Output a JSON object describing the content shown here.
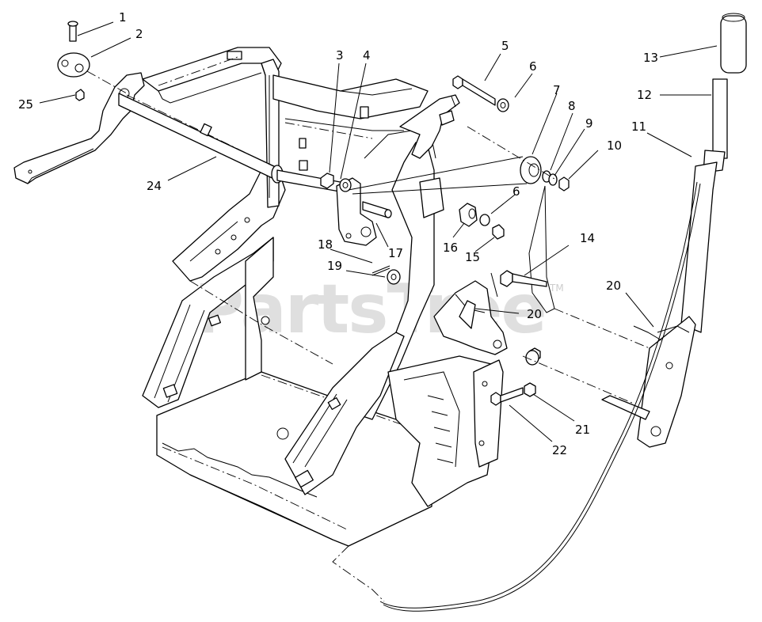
{
  "watermark": {
    "text": "PartsTree",
    "tm": "TM"
  },
  "callouts": [
    {
      "id": "c1",
      "label": "1"
    },
    {
      "id": "c2",
      "label": "2"
    },
    {
      "id": "c3",
      "label": "3"
    },
    {
      "id": "c4",
      "label": "4"
    },
    {
      "id": "c5",
      "label": "5"
    },
    {
      "id": "c6a",
      "label": "6"
    },
    {
      "id": "c6b",
      "label": "6"
    },
    {
      "id": "c7",
      "label": "7"
    },
    {
      "id": "c8",
      "label": "8"
    },
    {
      "id": "c9",
      "label": "9"
    },
    {
      "id": "c10",
      "label": "10"
    },
    {
      "id": "c11",
      "label": "11"
    },
    {
      "id": "c12",
      "label": "12"
    },
    {
      "id": "c13",
      "label": "13"
    },
    {
      "id": "c14",
      "label": "14"
    },
    {
      "id": "c15",
      "label": "15"
    },
    {
      "id": "c16",
      "label": "16"
    },
    {
      "id": "c17",
      "label": "17"
    },
    {
      "id": "c18",
      "label": "18"
    },
    {
      "id": "c19",
      "label": "19"
    },
    {
      "id": "c20a",
      "label": "20"
    },
    {
      "id": "c20b",
      "label": "20"
    },
    {
      "id": "c21",
      "label": "21"
    },
    {
      "id": "c22",
      "label": "22"
    },
    {
      "id": "c24",
      "label": "24"
    },
    {
      "id": "c25",
      "label": "25"
    }
  ]
}
